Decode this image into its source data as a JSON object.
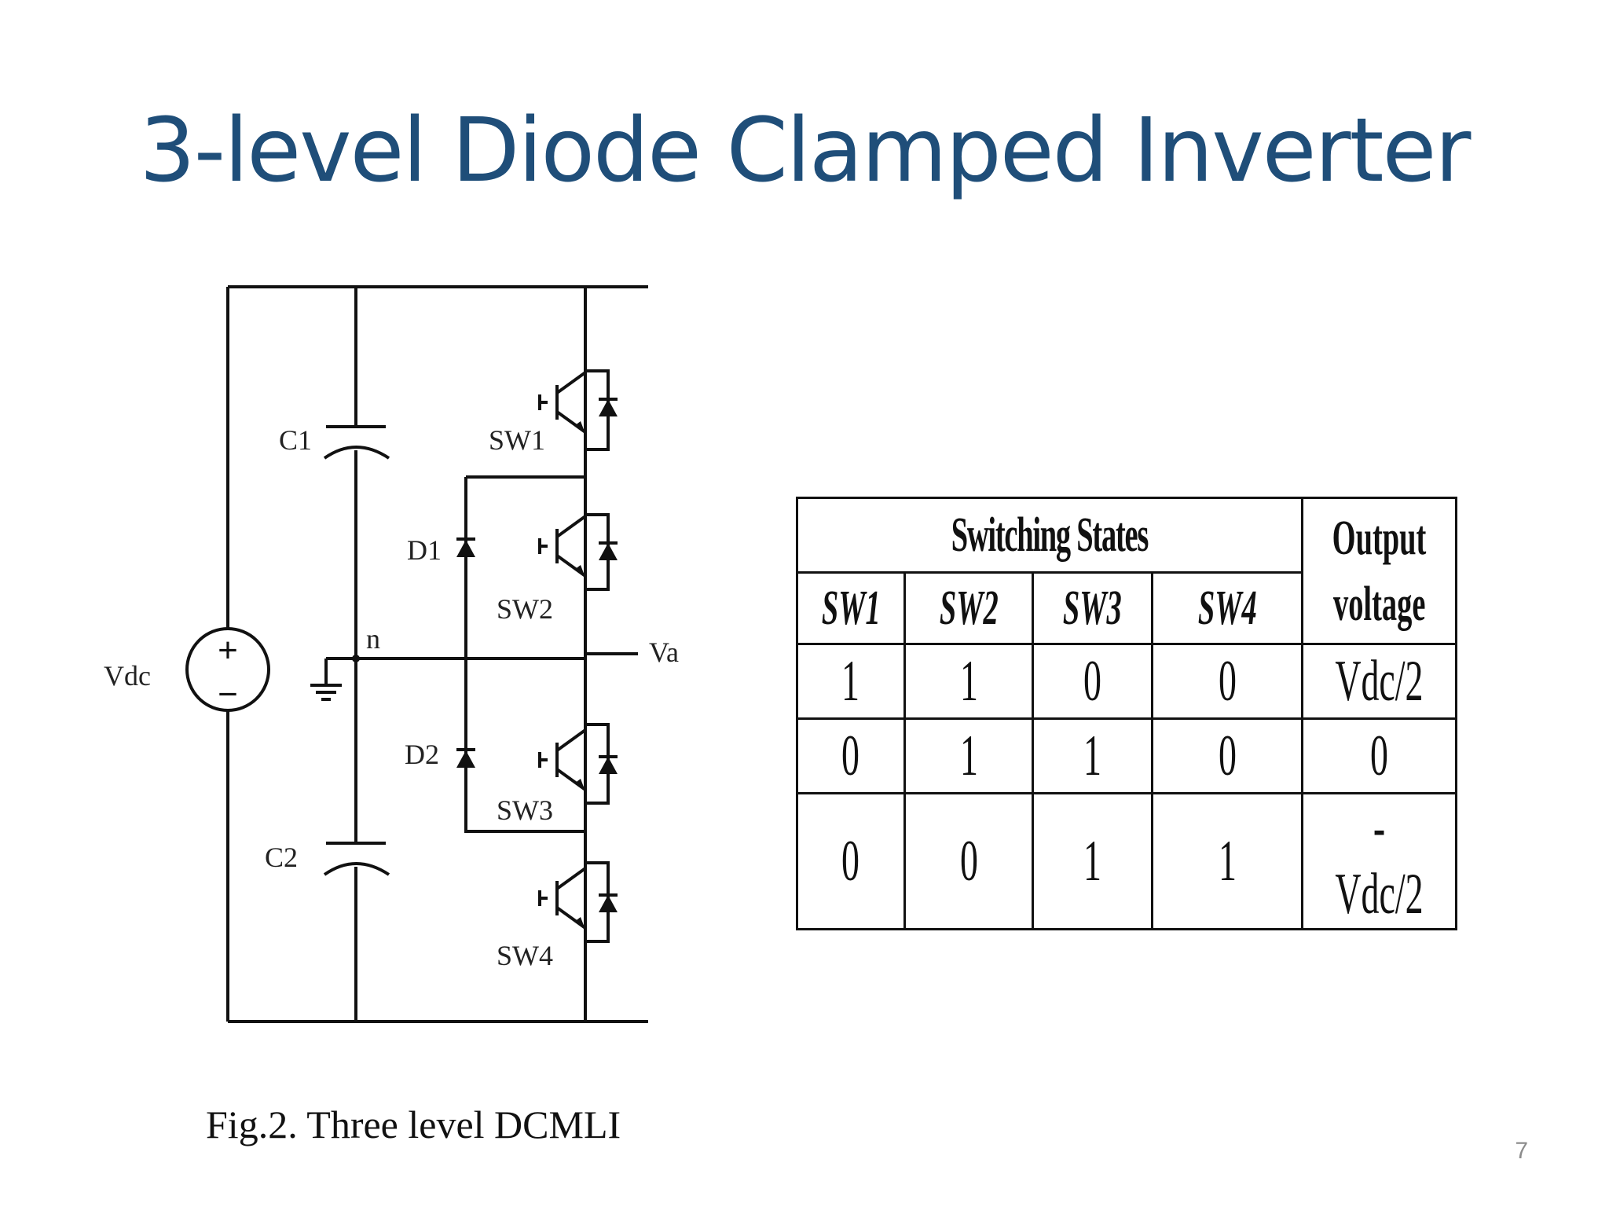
{
  "slide": {
    "title": "3-level Diode Clamped Inverter",
    "caption": "Fig.2. Three level DCMLI",
    "page_number": "7"
  },
  "circuit": {
    "labels": {
      "c1": "C1",
      "c2": "C2",
      "d1": "D1",
      "d2": "D2",
      "sw1": "SW1",
      "sw2": "SW2",
      "sw3": "SW3",
      "sw4": "SW4",
      "vdc": "Vdc",
      "n": "n",
      "va": "Va",
      "plus": "+",
      "minus": "−"
    }
  },
  "table": {
    "group_header": "Switching States",
    "output_header_line1": "Output",
    "output_header_line2": "voltage",
    "columns": [
      "SW1",
      "SW2",
      "SW3",
      "SW4"
    ],
    "rows": [
      {
        "sw1": "1",
        "sw2": "1",
        "sw3": "0",
        "sw4": "0",
        "output": "Vdc/2"
      },
      {
        "sw1": "0",
        "sw2": "1",
        "sw3": "1",
        "sw4": "0",
        "output": "0"
      },
      {
        "sw1": "0",
        "sw2": "0",
        "sw3": "1",
        "sw4": "1",
        "output": "-Vdc/2"
      }
    ]
  }
}
